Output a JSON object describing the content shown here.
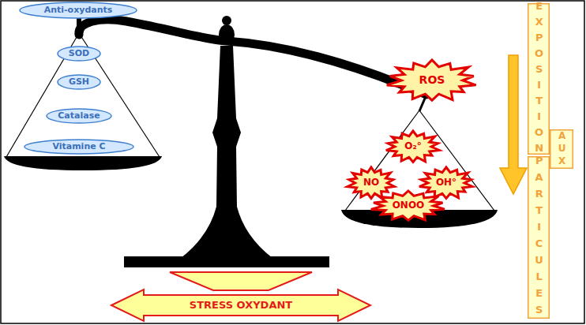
{
  "diagram": {
    "nodes": [
      {
        "text": [
          "Anti-oxydants"
        ]
      },
      {
        "text": [
          "SOD"
        ]
      },
      {
        "text": [
          "GSH"
        ]
      },
      {
        "text": [
          "Catalase"
        ]
      },
      {
        "text": [
          "Vitamine C"
        ]
      },
      {
        "text": [
          "ROS"
        ]
      },
      {
        "text": [
          "O₂°"
        ]
      },
      {
        "text": [
          "NO"
        ]
      },
      {
        "text": [
          "OH°"
        ]
      },
      {
        "text": [
          "ONOO"
        ]
      },
      {
        "text": [
          "EXPOSITION"
        ]
      },
      {
        "text": [
          "AUX"
        ]
      },
      {
        "text": [
          "PARTICULES"
        ]
      },
      {
        "text": [
          "STRESS OXYDANT"
        ]
      }
    ]
  }
}
